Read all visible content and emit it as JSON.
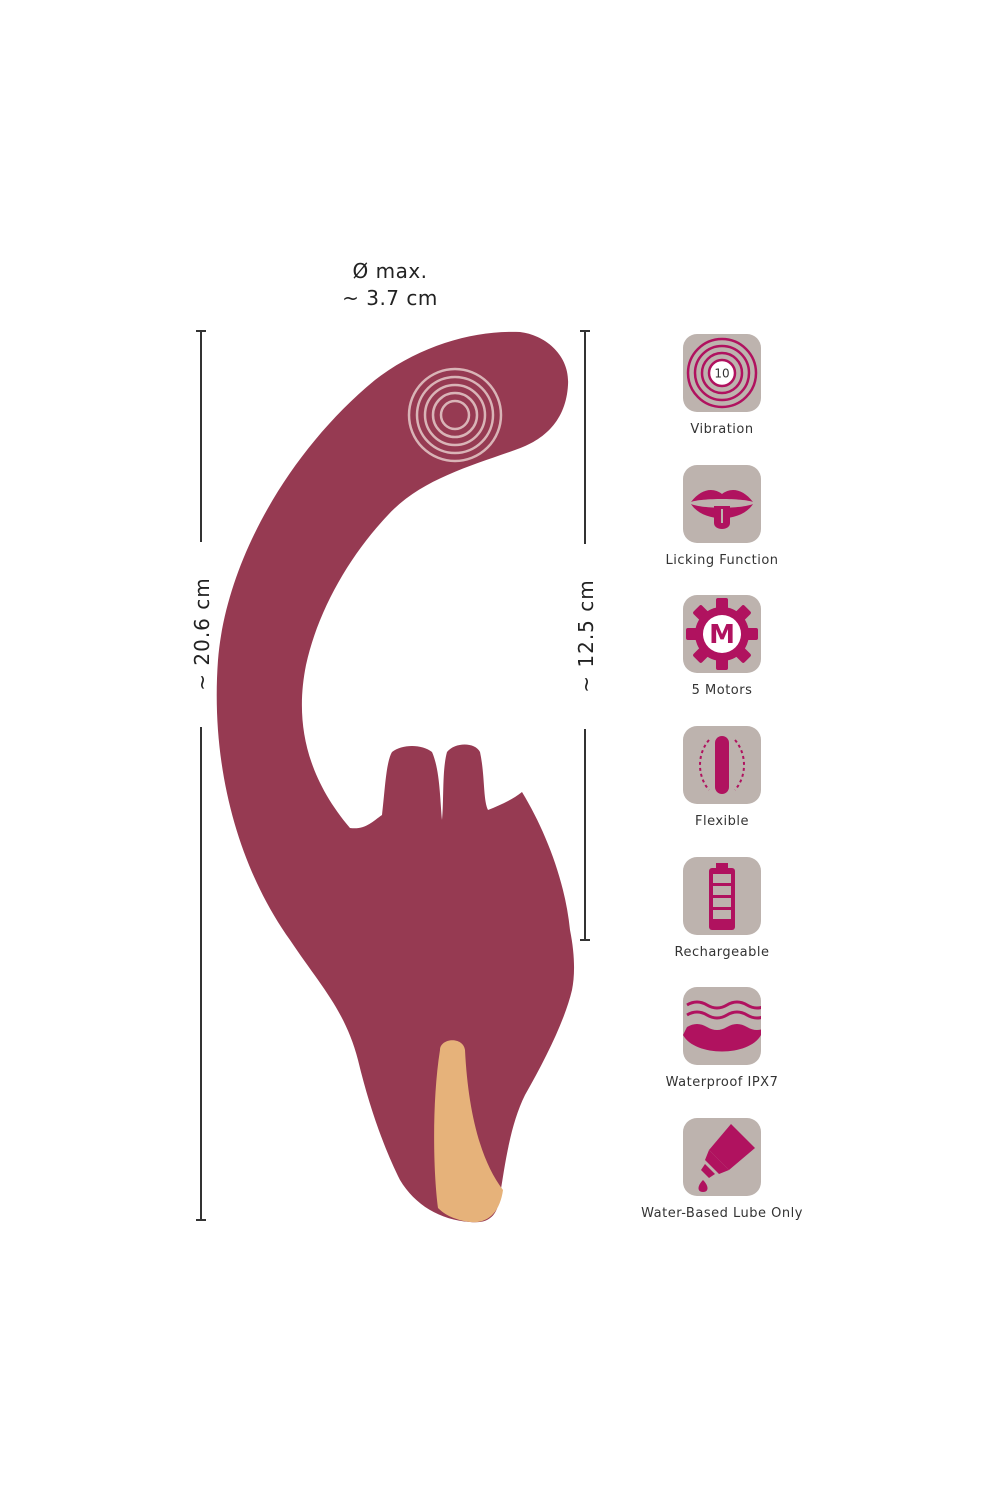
{
  "dimensions": {
    "diameter_line1": "Ø max.",
    "diameter_line2": "~  3.7 cm",
    "total_length": "~ 20.6 cm",
    "insertable_length": "~ 12.5 cm"
  },
  "colors": {
    "product": "#963a52",
    "tip": "#e6b27a",
    "tile": "#bdb3ae",
    "icon": "#b0125f",
    "ring": "#d9b4b7"
  },
  "features": [
    {
      "label": "Vibration",
      "icon": "vibration-icon",
      "badge": "10"
    },
    {
      "label": "Licking Function",
      "icon": "tongue-icon"
    },
    {
      "label": "5 Motors",
      "icon": "motor-gear-icon",
      "badge": "M"
    },
    {
      "label": "Flexible",
      "icon": "flexible-icon"
    },
    {
      "label": "Rechargeable",
      "icon": "battery-icon"
    },
    {
      "label": "Waterproof IPX7",
      "icon": "water-icon"
    },
    {
      "label": "Water-Based Lube Only",
      "icon": "lube-tube-icon"
    }
  ]
}
